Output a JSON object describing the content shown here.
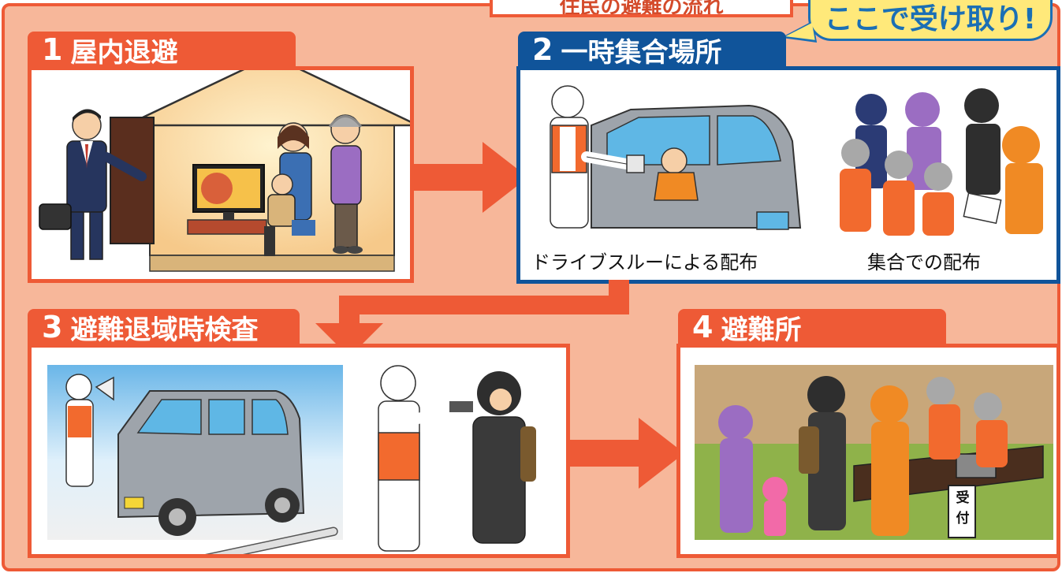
{
  "header": {
    "flow_title": "住民の避難の流れ",
    "bubble_text": "ここで受け取り!"
  },
  "steps": [
    {
      "number": "1",
      "label": "屋内退避"
    },
    {
      "number": "2",
      "label": "一時集合場所"
    },
    {
      "number": "3",
      "label": "避難退域時検査"
    },
    {
      "number": "4",
      "label": "避難所"
    }
  ],
  "step2_captions": {
    "drive_through": "ドライブスルーによる配布",
    "gathering": "集合での配布"
  },
  "desk_sign": "受付",
  "colors": {
    "orange": "#ee5a36",
    "peach": "#f7b79a",
    "navy": "#10549a",
    "yellow": "#ffe97a"
  }
}
